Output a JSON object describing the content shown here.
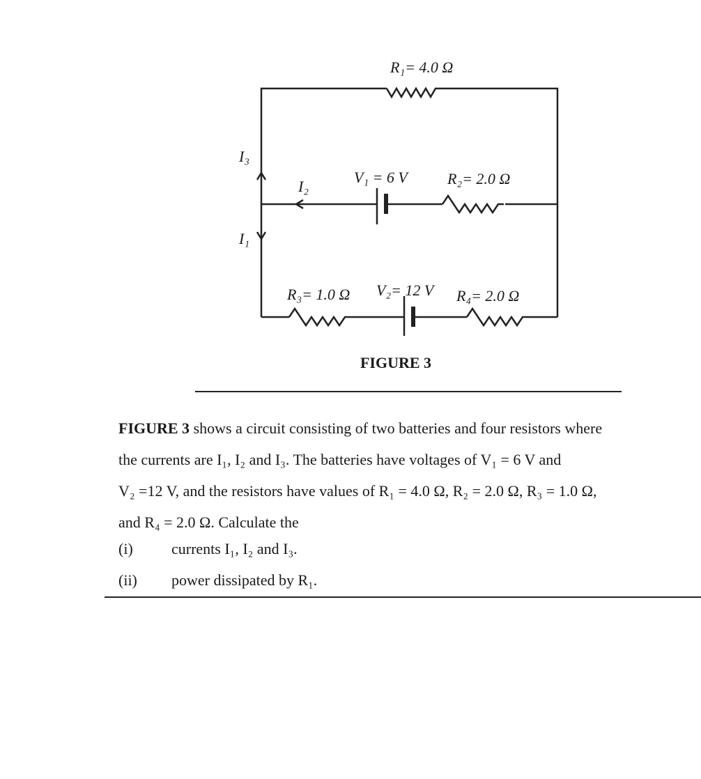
{
  "figure": {
    "labels": {
      "R1": "R₁= 4.0 Ω",
      "R2": "R₂= 2.0 Ω",
      "R3": "R₃= 1.0 Ω",
      "R4": "R₄= 2.0 Ω",
      "V1": "V₁ = 6 V",
      "V2": "V₂= 12 V",
      "I1": "I₁",
      "I2": "I₂",
      "I3": "I₃"
    },
    "caption": "FIGURE 3"
  },
  "question": {
    "line1_bold": "FIGURE 3",
    "line1_rest": " shows a circuit consisting of two batteries and four resistors where",
    "line2": "the currents are I₁, I₂ and I₃. The batteries have voltages of V₁ = 6 V and",
    "line3": "V₂ =12 V, and the resistors have values of R₁ = 4.0 Ω, R₂ = 2.0 Ω, R₃ = 1.0 Ω,",
    "line4": "and R₄ = 2.0 Ω. Calculate the",
    "items": [
      {
        "num": "(i)",
        "text": "currents I₁, I₂ and I₃."
      },
      {
        "num": "(ii)",
        "text": "power dissipated by R₁."
      }
    ]
  }
}
